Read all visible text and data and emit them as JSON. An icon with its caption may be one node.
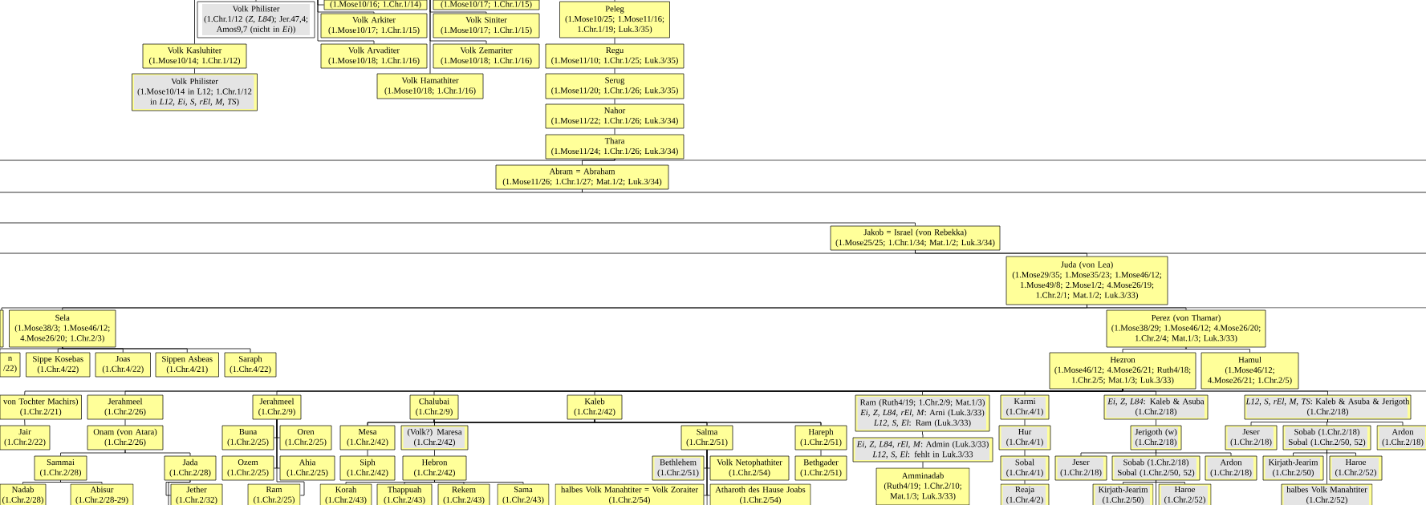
{
  "diagram": {
    "nodes": [
      {
        "text": [
          "(1.Mose10/16; 1.Chr.1/14)"
        ]
      },
      {
        "text": [
          "(1.Mose10/17; 1.Chr.1/15)"
        ]
      },
      {
        "text": [
          "Volk Philister",
          "(1.Chr.1/12 (*Z, L84*); Jer.47,4; Amos9,7 (nicht in *Ei*))"
        ]
      },
      {
        "text": [
          "Volk Arkiter",
          "(1.Mose10/17; 1.Chr.1/15)"
        ]
      },
      {
        "text": [
          "Volk Siniter",
          "(1.Mose10/17; 1.Chr.1/15)"
        ]
      },
      {
        "text": [
          "Peleg",
          "(1.Mose10/25; 1.Mose11/16; 1.Chr.1/19; Luk.3/35)"
        ]
      },
      {
        "text": [
          "Volk Kasluhiter",
          "(1.Mose10/14; 1.Chr.1/12)"
        ]
      },
      {
        "text": [
          "Volk Arvaditer",
          "(1.Mose10/18; 1.Chr.1/16)"
        ]
      },
      {
        "text": [
          "Volk Zemariter",
          "(1.Mose10/18; 1.Chr.1/16)"
        ]
      },
      {
        "text": [
          "Regu",
          "(1.Mose11/10; 1.Chr.1/25; Luk.3/35)"
        ]
      },
      {
        "text": [
          "Volk Philister",
          "(1.Mose10/14 in L12; 1.Chr.1/12 in *L12, Ei, S, rEl, M, TS*)"
        ]
      },
      {
        "text": [
          "Volk Hamathiter",
          "(1.Mose10/18; 1.Chr.1/16)"
        ]
      },
      {
        "text": [
          "Serug",
          "(1.Mose11/20; 1.Chr.1/26; Luk.3/35)"
        ]
      },
      {
        "text": [
          "Nahor",
          "(1.Mose11/22; 1.Chr.1/26; Luk.3/34)"
        ]
      },
      {
        "text": [
          "Thara",
          "(1.Mose11/24; 1.Chr.1/26; Luk.3/34)"
        ]
      },
      {
        "text": [
          "Abram = Abraham",
          "(1.Mose11/26; 1.Chr.1/27; Mat.1/2; Luk.3/34)"
        ]
      },
      {
        "text": [
          "Jakob = Israel (von Rebekka)",
          "(1.Mose25/25; 1.Chr.1/34; Mat.1/2; Luk.3/34)"
        ]
      },
      {
        "text": [
          "Juda (von Lea)",
          "(1.Mose29/35; 1.Mose35/23; 1.Mose46/12; 1.Mose49/8; 2.Mose1/2; 4.Mose26/19; 1.Chr.2/1; Mat.1/2; Luk.3/33)"
        ]
      },
      {
        "text": [],
        "shape": "box"
      },
      {
        "text": [
          "Sela",
          "(1.Mose38/3; 1.Mose46/12; 4.Mose26/20; 1.Chr.2/3)"
        ]
      },
      {
        "text": [
          "Perez (von Thamar)",
          "(1.Mose38/29; 1.Mose46/12; 4.Mose26/20; 1.Chr.2/4; Mat.1/3; Luk.3/33)"
        ]
      },
      {
        "text": [
          "n",
          "/22)"
        ]
      },
      {
        "text": [
          "Sippe Kosebas",
          "(1.Chr.4/22)"
        ]
      },
      {
        "text": [
          "Joas",
          "(1.Chr.4/22)"
        ]
      },
      {
        "text": [
          "Sippen Asbeas",
          "(1.Chr.4/21)"
        ]
      },
      {
        "text": [
          "Saraph",
          "(1.Chr.4/22)"
        ]
      },
      {
        "text": [
          "Hezron",
          "(1.Mose46/12; 4.Mose26/21; Ruth4/18; 1.Chr.2/5; Mat.1/3; Luk.3/33)"
        ]
      },
      {
        "text": [
          "Hamul",
          "(1.Mose46/12; 4.Mose26/21; 1.Chr.2/5)"
        ]
      },
      {
        "text": [
          "von Tochter Machirs)",
          "(1.Chr.2/21)"
        ]
      },
      {
        "text": [
          "Jerahmeel",
          "(1.Chr.2/26)"
        ]
      },
      {
        "text": [
          "Jerahmeel",
          "(1.Chr.2/9)"
        ]
      },
      {
        "text": [
          "Chalubai",
          "(1.Chr.2/9)"
        ]
      },
      {
        "text": [
          "Kaleb",
          "(1.Chr.2/42)"
        ]
      },
      {
        "text": [
          "Ram (Ruth4/19; 1.Chr.2/9; Mat.1/3)",
          "*Ei, Z, L84, rEl, M*: Arni (Luk.3/33)",
          "*L12, S, El*: Ram (Luk.3/33)"
        ]
      },
      {
        "text": [
          "Karmi",
          "(1.Chr.4/1)"
        ]
      },
      {
        "text": [
          "*Ei, Z, L84*: Kaleb & Asuba",
          "(1.Chr.2/18)"
        ]
      },
      {
        "text": [
          "*L12, S, rEl, M, TS*: Kaleb & Asuba & Jerigoth",
          "(1.Chr.2/18)"
        ]
      },
      {
        "text": [
          "Jair",
          "(1.Chr.2/22)"
        ]
      },
      {
        "text": [
          "Onam (von Atara)",
          "(1.Chr.2/26)"
        ]
      },
      {
        "text": [
          "Buna",
          "(1.Chr.2/25)"
        ]
      },
      {
        "text": [
          "Oren",
          "(1.Chr.2/25)"
        ]
      },
      {
        "text": [
          "Mesa",
          "(1.Chr.2/42)"
        ]
      },
      {
        "text": [
          "(Volk?) Maresa",
          "(1.Chr.2/42)"
        ]
      },
      {
        "text": [
          "Salma",
          "(1.Chr.2/51)"
        ]
      },
      {
        "text": [
          "Hareph",
          "(1.Chr.2/51)"
        ]
      },
      {
        "text": [
          "Hur",
          "(1.Chr.4/1)"
        ]
      },
      {
        "text": [
          "Jerigoth (w)",
          "(1.Chr.2/18)"
        ]
      },
      {
        "text": [
          "Jeser",
          "(1.Chr.2/18)"
        ]
      },
      {
        "text": [
          "Sobab (1.Chr.2/18)",
          "Sobal (1.Chr.2/50, 52)"
        ]
      },
      {
        "text": [
          "Ardon",
          "(1.Chr.2/18)"
        ]
      },
      {
        "text": [
          "*Ei, Z, L84, rEl, M*: Admin (Luk.3/33)",
          "*L12, S, El*: fehlt in Luk.3/33"
        ]
      },
      {
        "text": [
          "Sammai",
          "(1.Chr.2/28)"
        ]
      },
      {
        "text": [
          "Jada",
          "(1.Chr.2/28)"
        ]
      },
      {
        "text": [
          "Ozem",
          "(1.Chr.2/25)"
        ]
      },
      {
        "text": [
          "Ahia",
          "(1.Chr.2/25)"
        ]
      },
      {
        "text": [
          "Siph",
          "(1.Chr.2/42)"
        ]
      },
      {
        "text": [
          "Hebron",
          "(1.Chr.2/42)"
        ]
      },
      {
        "text": [
          "Bethlehem",
          "(1.Chr.2/51)"
        ]
      },
      {
        "text": [
          "Volk Netophathiter",
          "(1.Chr.2/54)"
        ]
      },
      {
        "text": [
          "Bethgader",
          "(1.Chr.2/51)"
        ]
      },
      {
        "text": [
          "Sobal",
          "(1.Chr.4/1)"
        ]
      },
      {
        "text": [
          "Jeser",
          "(1.Chr.2/18)"
        ]
      },
      {
        "text": [
          "Sobab (1.Chr.2/18)",
          "Sobal (1.Chr.2/50, 52)"
        ]
      },
      {
        "text": [
          "Ardon",
          "(1.Chr.2/18)"
        ]
      },
      {
        "text": [
          "Kirjath-Jearim",
          "(1.Chr.2/50)"
        ]
      },
      {
        "text": [
          "Haroe",
          "(1.Chr.2/52)"
        ]
      },
      {
        "text": [
          "Amminadab",
          "(Ruth4/19; 1.Chr.2/10; Mat.1/3; Luk.3/33)"
        ]
      },
      {
        "text": [
          "Nadab",
          "(1.Chr.2/28)"
        ]
      },
      {
        "text": [
          "Abisur",
          "(1.Chr.2/28-29)"
        ]
      },
      {
        "text": [
          "Jether",
          "(1.Chr.2/32)"
        ]
      },
      {
        "text": [
          "Ram",
          "(1.Chr.2/25)"
        ]
      },
      {
        "text": [
          "Korah",
          "(1.Chr.2/43)"
        ]
      },
      {
        "text": [
          "Thappuah",
          "(1.Chr.2/43)"
        ]
      },
      {
        "text": [
          "Rekem",
          "(1.Chr.2/43)"
        ]
      },
      {
        "text": [
          "Sama",
          "(1.Chr.2/43)"
        ]
      },
      {
        "text": [
          "halbes Volk Manahtiter = Volk Zoraiter",
          "(1.Chr.2/54)"
        ]
      },
      {
        "text": [
          "Atharoth des Hause Joabs",
          "(1.Chr.2/54)"
        ]
      },
      {
        "text": [
          "Reaja",
          "(1.Chr.4/2)"
        ]
      },
      {
        "text": [
          "Kirjath-Jearim",
          "(1.Chr.2/50)"
        ]
      },
      {
        "text": [
          "Haroe",
          "(1.Chr.2/52)"
        ]
      },
      {
        "text": [
          "halbes Volk Manahtiter",
          "(1.Chr.2/52)"
        ]
      }
    ],
    "edges": [
      {
        "from": null,
        "to": 0,
        "arrow": "none"
      },
      {
        "from": null,
        "to": 2,
        "arrow": "none"
      },
      {
        "from": null,
        "to": 3,
        "arrow": "none"
      },
      {
        "from": null,
        "to": 7,
        "arrow": "none"
      },
      {
        "from": null,
        "to": 4,
        "arrow": "none"
      },
      {
        "from": null,
        "to": 8,
        "arrow": "none"
      },
      {
        "from": null,
        "to": 11,
        "arrow": "none"
      },
      {
        "from": null,
        "to": 6,
        "arrow": "none"
      },
      {
        "from": 6,
        "to": 10,
        "arrow": "none"
      },
      {
        "from": null,
        "to": 5,
        "arrow": "none"
      },
      {
        "from": 5,
        "to": 9,
        "arrow": "none"
      },
      {
        "from": 9,
        "to": 12,
        "arrow": "none"
      },
      {
        "from": 12,
        "to": 13,
        "arrow": "none"
      },
      {
        "from": 13,
        "to": 14,
        "arrow": "none"
      },
      {
        "from": 14,
        "to": 15,
        "arrow": "none"
      },
      {
        "from": 14,
        "to": null,
        "arrow": "none"
      },
      {
        "from": 14,
        "to": null,
        "arrow": "none"
      },
      {
        "from": 15,
        "to": null,
        "arrow": "none"
      },
      {
        "from": 15,
        "to": null,
        "arrow": "none"
      },
      {
        "from": null,
        "to": 16,
        "arrow": "none"
      },
      {
        "from": 16,
        "to": 17,
        "arrow": "none"
      },
      {
        "from": 16,
        "to": null,
        "arrow": "none"
      },
      {
        "from": 16,
        "to": null,
        "arrow": "none"
      },
      {
        "from": 17,
        "to": 19,
        "arrow": "none"
      },
      {
        "from": 17,
        "to": 20,
        "arrow": "none"
      },
      {
        "from": 17,
        "to": 18,
        "arrow": "none"
      },
      {
        "from": 17,
        "to": null,
        "arrow": "none"
      },
      {
        "from": 19,
        "to": 22,
        "arrow": "none"
      },
      {
        "from": 19,
        "to": 23,
        "arrow": "none"
      },
      {
        "from": 19,
        "to": 24,
        "arrow": "none"
      },
      {
        "from": 19,
        "to": 25,
        "arrow": "none"
      },
      {
        "from": 19,
        "to": 21,
        "arrow": "none"
      },
      {
        "from": 20,
        "to": 26,
        "arrow": "none"
      },
      {
        "from": 20,
        "to": 27,
        "arrow": "none"
      },
      {
        "from": 26,
        "to": 28,
        "arrow": "none"
      },
      {
        "from": 26,
        "to": 29,
        "arrow": "none"
      },
      {
        "from": 26,
        "to": 30,
        "arrow": "none"
      },
      {
        "from": 26,
        "to": 31,
        "arrow": "none"
      },
      {
        "from": 26,
        "to": 32,
        "arrow": "none"
      },
      {
        "from": 26,
        "to": 33,
        "arrow": "none"
      },
      {
        "from": 26,
        "to": 34,
        "arrow": "none"
      },
      {
        "from": 26,
        "to": 35,
        "arrow": "none"
      },
      {
        "from": 26,
        "to": 36,
        "arrow": "none"
      },
      {
        "from": 26,
        "to": null,
        "arrow": "none"
      },
      {
        "from": 28,
        "to": 37,
        "arrow": "none"
      },
      {
        "from": 29,
        "to": 38,
        "arrow": "none"
      },
      {
        "from": 30,
        "to": 39,
        "arrow": "none"
      },
      {
        "from": 30,
        "to": 40,
        "arrow": "none"
      },
      {
        "from": 30,
        "to": 53,
        "arrow": "none"
      },
      {
        "from": 30,
        "to": 54,
        "arrow": "none"
      },
      {
        "from": 30,
        "to": 70,
        "arrow": "none"
      },
      {
        "from": 31,
        "to": 41,
        "arrow": "none"
      },
      {
        "from": 31,
        "to": 42,
        "arrow": "none"
      },
      {
        "from": 31,
        "to": 43,
        "arrow": "none"
      },
      {
        "from": 31,
        "to": 44,
        "arrow": "none"
      },
      {
        "from": 32,
        "to": 41,
        "arrow": "none"
      },
      {
        "from": 32,
        "to": 42,
        "arrow": "none"
      },
      {
        "from": 32,
        "to": 43,
        "arrow": "none"
      },
      {
        "from": 32,
        "to": 44,
        "arrow": "none"
      },
      {
        "from": 33,
        "to": 50,
        "arrow": "none"
      },
      {
        "from": 50,
        "to": 66,
        "arrow": "none"
      },
      {
        "from": 34,
        "to": 45,
        "arrow": "none"
      },
      {
        "from": 45,
        "to": 60,
        "arrow": "none"
      },
      {
        "from": 60,
        "to": 77,
        "arrow": "none"
      },
      {
        "from": 35,
        "to": 46,
        "arrow": "none"
      },
      {
        "from": 46,
        "to": 61,
        "arrow": "none"
      },
      {
        "from": 46,
        "to": 62,
        "arrow": "none"
      },
      {
        "from": 46,
        "to": 63,
        "arrow": "none"
      },
      {
        "from": 62,
        "to": 78,
        "arrow": "none"
      },
      {
        "from": 62,
        "to": 79,
        "arrow": "none"
      },
      {
        "from": 62,
        "to": null,
        "arrow": "none"
      },
      {
        "from": 36,
        "to": 47,
        "arrow": "none"
      },
      {
        "from": 36,
        "to": 48,
        "arrow": "none"
      },
      {
        "from": 36,
        "to": 49,
        "arrow": "none"
      },
      {
        "from": 48,
        "to": 64,
        "arrow": "none"
      },
      {
        "from": 48,
        "to": 65,
        "arrow": "none"
      },
      {
        "from": 48,
        "to": 80,
        "arrow": "none"
      },
      {
        "from": 38,
        "to": 51,
        "arrow": "none"
      },
      {
        "from": 38,
        "to": 52,
        "arrow": "none"
      },
      {
        "from": 51,
        "to": 67,
        "arrow": "none"
      },
      {
        "from": 51,
        "to": 68,
        "arrow": "none"
      },
      {
        "from": 52,
        "to": 69,
        "arrow": "none"
      },
      {
        "from": 52,
        "to": null,
        "arrow": "none"
      },
      {
        "from": 41,
        "to": 55,
        "arrow": "none"
      },
      {
        "from": 42,
        "to": 56,
        "arrow": "none"
      },
      {
        "from": 56,
        "to": 71,
        "arrow": "none"
      },
      {
        "from": 56,
        "to": 72,
        "arrow": "none"
      },
      {
        "from": 56,
        "to": 73,
        "arrow": "none"
      },
      {
        "from": 56,
        "to": 74,
        "arrow": "none"
      },
      {
        "from": 43,
        "to": 57,
        "arrow": "none"
      },
      {
        "from": 43,
        "to": 58,
        "arrow": "none"
      },
      {
        "from": 43,
        "to": 75,
        "arrow": "none"
      },
      {
        "from": 43,
        "to": 76,
        "arrow": "none"
      },
      {
        "from": 43,
        "to": null,
        "arrow": "none"
      },
      {
        "from": 44,
        "to": 59,
        "arrow": "none"
      }
    ]
  }
}
